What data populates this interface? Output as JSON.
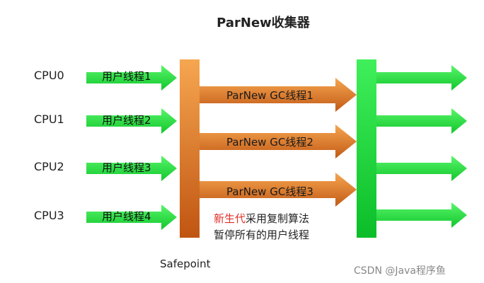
{
  "title": "ParNew收集器",
  "cpus": [
    "CPU0",
    "CPU1",
    "CPU2",
    "CPU3"
  ],
  "user_threads": [
    "用户线程1",
    "用户线程2",
    "用户线程3",
    "用户线程4"
  ],
  "gc_threads": [
    "ParNew GC线程1",
    "ParNew GC线程2",
    "ParNew GC线程3"
  ],
  "note": {
    "highlight": "新生代",
    "line1_rest": "采用复制算法",
    "line2": "暂停所有的用户线程"
  },
  "safepoint_label": "Safepoint",
  "watermark": "CSDN @Java程序鱼",
  "colors": {
    "green": "#19e03a",
    "orange_light": "#f4a04a",
    "orange_dark": "#c35a14",
    "red_text": "#e0302a"
  }
}
